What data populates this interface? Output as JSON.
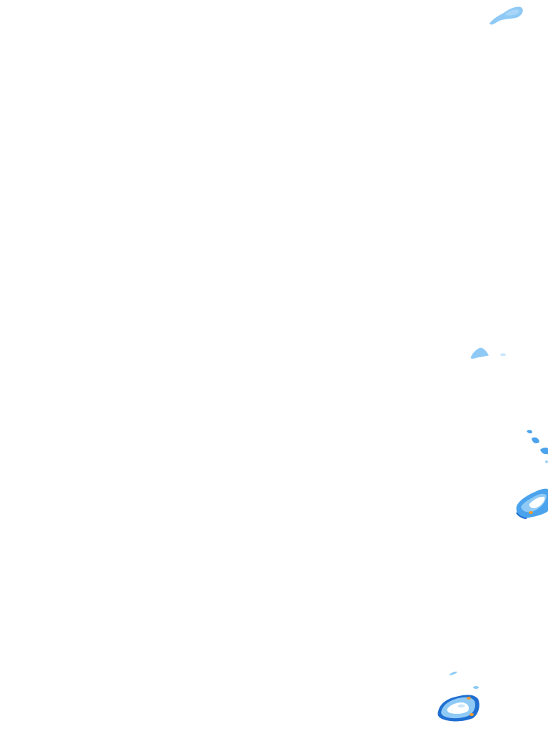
{
  "map": {
    "layer": "precipitation-radar-overlay",
    "colors": {
      "background": "#ffffff",
      "very_light": "#c9e6fb",
      "light": "#8fcaf6",
      "moderate": "#4aa3ec",
      "heavy": "#1f6fd1",
      "intense": "#f29a2e"
    },
    "echo_cells": [
      {
        "id": "cell-north-east",
        "intensity": "light"
      },
      {
        "id": "cell-mid-east",
        "intensity": "light"
      },
      {
        "id": "cell-east-small",
        "intensity": "very_light"
      },
      {
        "id": "cell-east-fragments",
        "intensity": "moderate"
      },
      {
        "id": "cell-east-storm",
        "intensity": "intense"
      },
      {
        "id": "cell-south-east-storm",
        "intensity": "intense"
      }
    ]
  }
}
